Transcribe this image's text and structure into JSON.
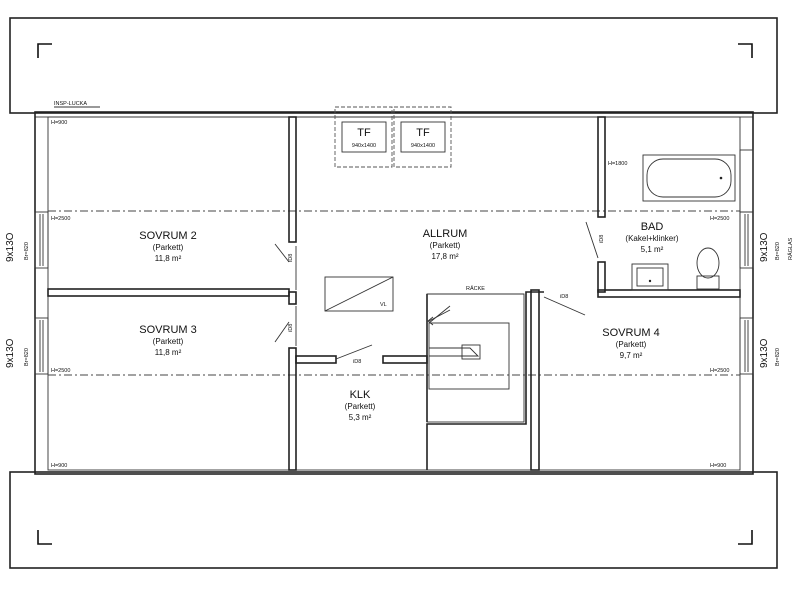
{
  "labels": {
    "insp": "INSP-LUCKA",
    "h900": "H=900",
    "h1800": "H=1800",
    "h2500": "H=2500",
    "tf": "TF",
    "tf_size": "940x1400",
    "id8": "iD8",
    "vl": "VL",
    "racke": "RÄCKE",
    "raglas": "RÄGLAS"
  },
  "rooms": {
    "sovrum2": {
      "name": "SOVRUM 2",
      "floor": "(Parkett)",
      "area": "11,8 m²"
    },
    "sovrum3": {
      "name": "SOVRUM 3",
      "floor": "(Parkett)",
      "area": "11,8 m²"
    },
    "allrum": {
      "name": "ALLRUM",
      "floor": "(Parkett)",
      "area": "17,8 m²"
    },
    "bad": {
      "name": "BAD",
      "floor": "(Kakel+klinker)",
      "area": "5,1 m²"
    },
    "sovrum4": {
      "name": "SOVRUM 4",
      "floor": "(Parkett)",
      "area": "9,7 m²"
    },
    "klk": {
      "name": "KLK",
      "floor": "(Parkett)",
      "area": "5,3 m²"
    }
  },
  "windows": {
    "size": "9x13O",
    "br": "Br=820"
  }
}
